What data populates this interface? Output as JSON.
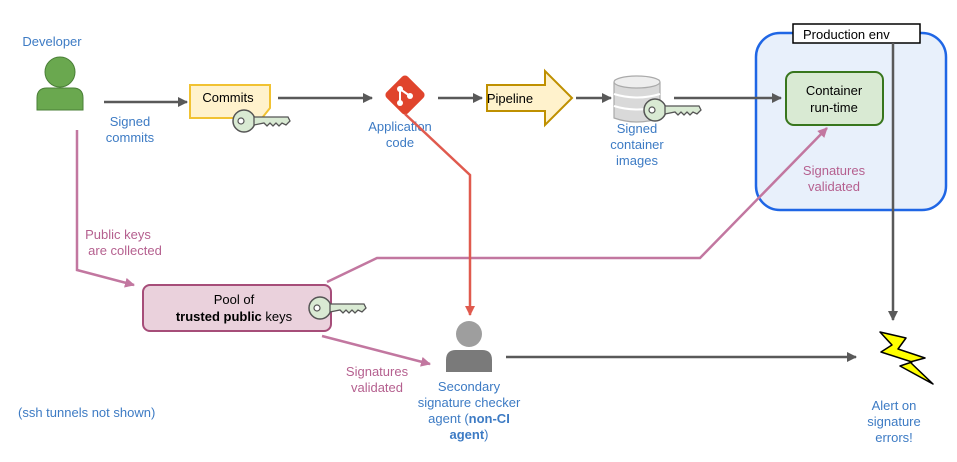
{
  "developer": {
    "title": "Developer",
    "arrow_label": [
      "Signed",
      "commits"
    ]
  },
  "commits": {
    "label": "Commits"
  },
  "app_code": {
    "label": [
      "Application",
      "code"
    ]
  },
  "pipeline": {
    "label": "Pipeline"
  },
  "images": {
    "label": [
      "Signed",
      "container",
      "images"
    ]
  },
  "production": {
    "title": "Production env",
    "container_label": [
      "Container",
      "run-time"
    ],
    "validated_label": [
      "Signatures",
      "validated"
    ]
  },
  "public_keys": {
    "label": [
      "Public keys",
      "are collected"
    ]
  },
  "pool": {
    "line1": "Pool of",
    "line2_bold": "trusted public",
    "line2_rest": " keys"
  },
  "pool_validated": {
    "label": [
      "Signatures",
      "validated"
    ]
  },
  "agent": {
    "line1": "Secondary",
    "line2": "signature checker",
    "line3_prefix": "agent (",
    "line3_bold": "non-CI",
    "line4_bold": "agent",
    "line4_suffix": ")"
  },
  "alert": {
    "label": [
      "Alert on",
      "signature",
      "errors!"
    ]
  },
  "note": {
    "label": "(ssh tunnels not shown)"
  },
  "colors": {
    "blue_text": "#3d7bc4",
    "pink_text": "#b5608f",
    "gray_arrow": "#595959",
    "pink_arrow": "#c277a0",
    "red_arrow": "#e05a4e",
    "git_red": "#e0442c",
    "person_green": "#6aa84f",
    "key_green": "#d9ead3"
  },
  "icons": {
    "developer": "person-icon",
    "git": "git-icon",
    "database": "database-icon",
    "key": "key-icon",
    "agent": "person-icon",
    "alert": "lightning-icon"
  }
}
